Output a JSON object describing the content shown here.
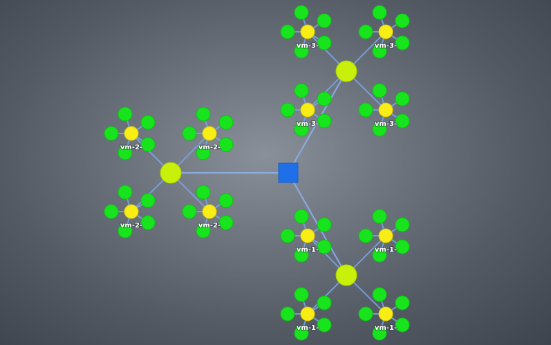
{
  "diagram": {
    "type": "network-topology",
    "colors": {
      "root": "#1f6fe8",
      "group": "#c8f00a",
      "switch": "#f8ee16",
      "leaf": "#18e41e",
      "edge": "#7aa6e6",
      "label": "#ffffff"
    },
    "root": {
      "id": "root",
      "shape": "square"
    },
    "groups": [
      {
        "id": "group-2",
        "switches": [
          {
            "id": "sw-2-a",
            "label": "vm-2-",
            "leaves": 5
          },
          {
            "id": "sw-2-b",
            "label": "vm-2-",
            "leaves": 5
          },
          {
            "id": "sw-2-c",
            "label": "vm-2-",
            "leaves": 5
          },
          {
            "id": "sw-2-d",
            "label": "vm-2-",
            "leaves": 5
          }
        ]
      },
      {
        "id": "group-3",
        "switches": [
          {
            "id": "sw-3-a",
            "label": "vm-3-",
            "leaves": 5
          },
          {
            "id": "sw-3-b",
            "label": "vm-3-",
            "leaves": 5
          },
          {
            "id": "sw-3-c",
            "label": "vm-3-",
            "leaves": 5
          },
          {
            "id": "sw-3-d",
            "label": "vm-3-",
            "leaves": 5
          }
        ]
      },
      {
        "id": "group-1",
        "switches": [
          {
            "id": "sw-1-a",
            "label": "vm-1-",
            "leaves": 5
          },
          {
            "id": "sw-1-b",
            "label": "vm-1-",
            "leaves": 5
          },
          {
            "id": "sw-1-c",
            "label": "vm-1-",
            "leaves": 5
          },
          {
            "id": "sw-1-d",
            "label": "vm-1-",
            "leaves": 5
          }
        ]
      }
    ]
  }
}
